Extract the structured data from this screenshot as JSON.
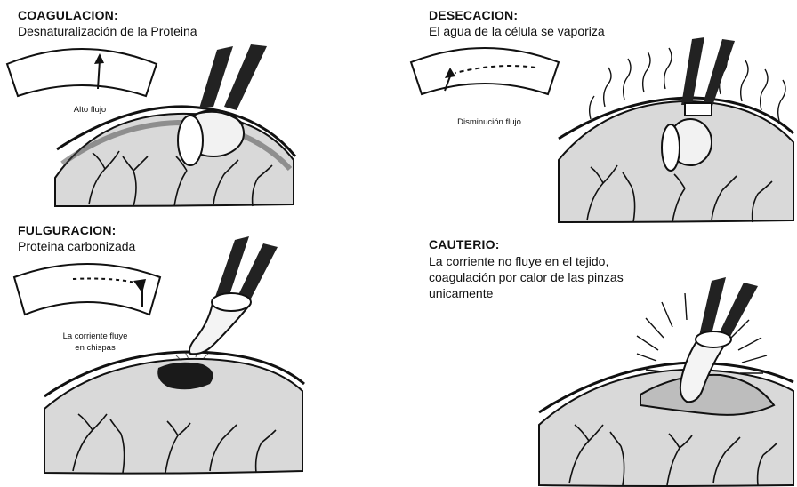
{
  "panels": {
    "coagulacion": {
      "title": "COAGULACION:",
      "subtitle": "Desnaturalización de la Proteina",
      "meter_label": "Alto flujo"
    },
    "desecacion": {
      "title": "DESECACION:",
      "subtitle": "El agua de la célula se vaporiza",
      "meter_label": "Disminución flujo"
    },
    "fulguracion": {
      "title": "FULGURACION:",
      "subtitle": "Proteina carbonizada",
      "meter_label_line1": "La corriente fluye",
      "meter_label_line2": "en chispas"
    },
    "cauterio": {
      "title": "CAUTERIO:",
      "subtitle_line1": "La corriente no fluye en el tejido,",
      "subtitle_line2": "coagulación por calor de las pinzas",
      "subtitle_line3": "unicamente"
    }
  },
  "icons": [
    "meter-gauge-icon",
    "forceps-electrode-icon",
    "tissue-vessel-icon",
    "spark-icon",
    "heat-rays-icon",
    "steam-icon"
  ]
}
